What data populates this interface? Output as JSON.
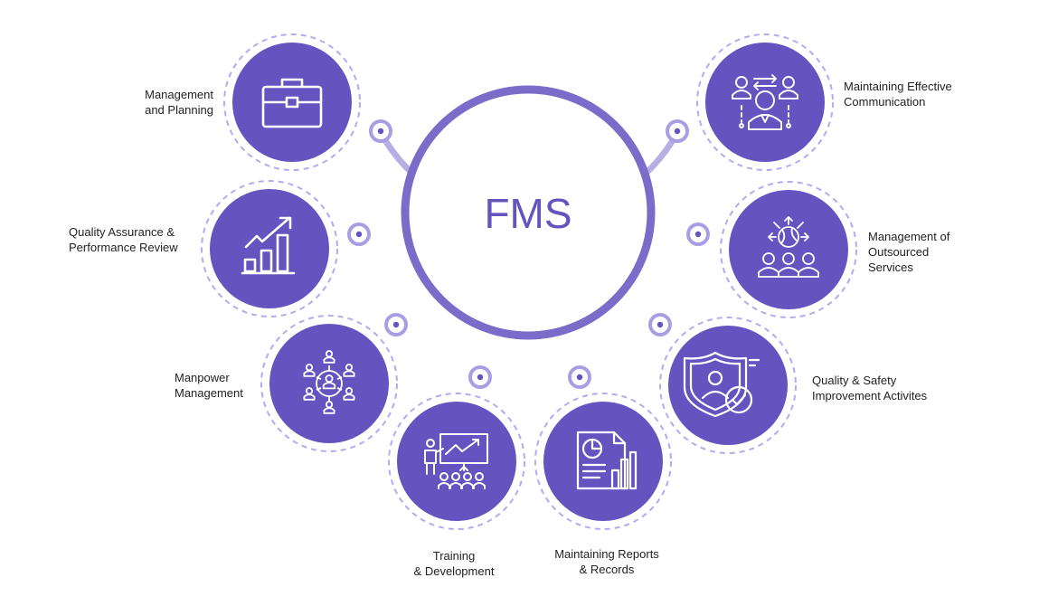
{
  "center_title": "FMS",
  "colors": {
    "node_fill": "#6554c0",
    "ring": "#7b6cc9",
    "arc": "#b7aee3",
    "dashed": "#b4aaf0",
    "dot_ring": "#a99ee3",
    "dot_center": "#6554c0",
    "icon": "#ffffff",
    "text": "#222222",
    "center_text": "#6554c0"
  },
  "nodes": [
    {
      "id": "management-planning",
      "icon": "briefcase-icon",
      "label_lines": [
        "Management",
        "and Planning"
      ]
    },
    {
      "id": "quality-assurance",
      "icon": "growth-chart-icon",
      "label_lines": [
        "Quality Assurance &",
        "Performance Review"
      ]
    },
    {
      "id": "manpower-management",
      "icon": "team-network-icon",
      "label_lines": [
        "Manpower",
        "Management"
      ]
    },
    {
      "id": "training-development",
      "icon": "presentation-board-icon",
      "label_lines": [
        "Training",
        "& Development"
      ]
    },
    {
      "id": "reports-records",
      "icon": "report-document-icon",
      "label_lines": [
        "Maintaining Reports",
        "& Records"
      ]
    },
    {
      "id": "quality-safety",
      "icon": "shield-check-icon",
      "label_lines": [
        "Quality & Safety",
        "Improvement Activites"
      ]
    },
    {
      "id": "outsourced-services",
      "icon": "global-team-icon",
      "label_lines": [
        "Management of",
        "Outsourced",
        "Services"
      ]
    },
    {
      "id": "effective-communication",
      "icon": "communication-icon",
      "label_lines": [
        "Maintaining Effective",
        "Communication"
      ]
    }
  ]
}
